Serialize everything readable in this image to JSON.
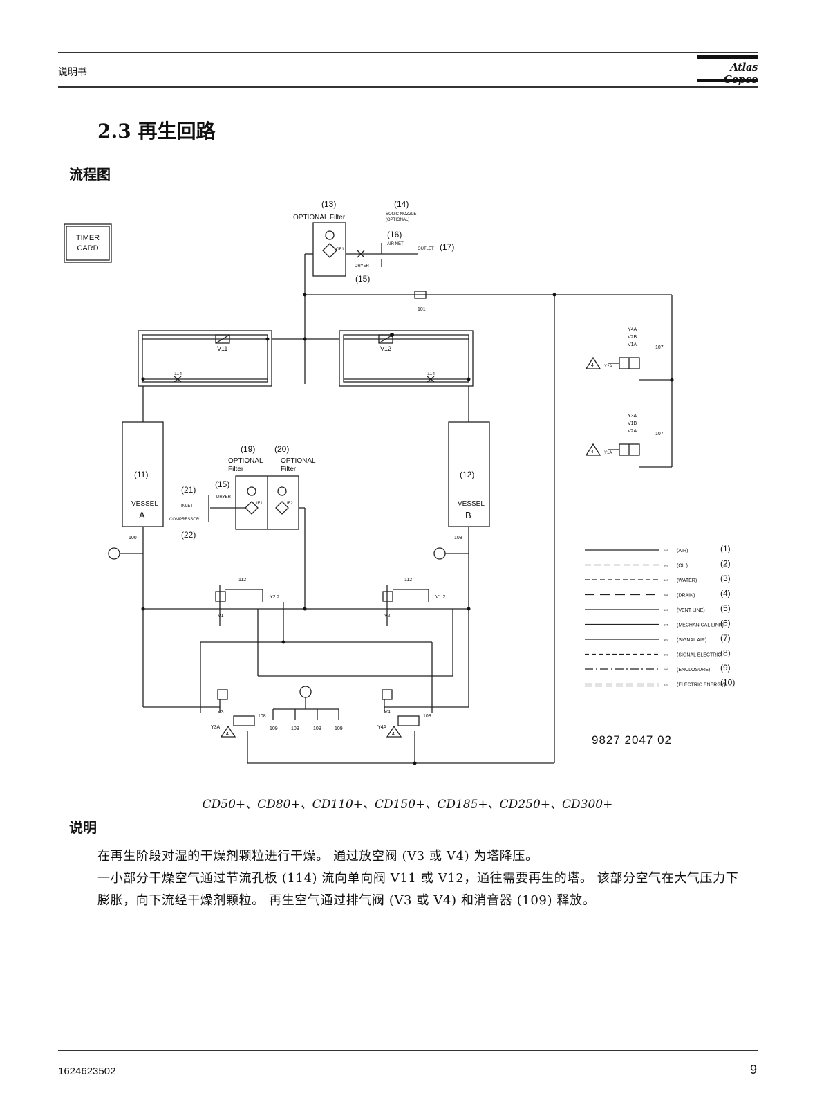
{
  "header": {
    "label": "说明书",
    "logo_text": "Atlas Copco"
  },
  "section_title": "2.3 再生回路",
  "flow_heading": "流程图",
  "diagram": {
    "timer_card": [
      "TIMER",
      "CARD"
    ],
    "callouts": {
      "c13": "(13)",
      "c14": "(14)",
      "c15a": "(15)",
      "c16": "(16)",
      "c17": "(17)",
      "c11": "(11)",
      "c12": "(12)",
      "c19": "(19)",
      "c20": "(20)",
      "c21": "(21)",
      "c15b": "(15)",
      "c22": "(22)"
    },
    "labels": {
      "optional_filter_13": "OPTIONAL Filter",
      "sonic_nozzle": "SONIC NOZZLE",
      "sonic_optional": "(OPTIONAL)",
      "air_net": "AIR NET",
      "outlet": "OUTLET",
      "dryer": "DRYER",
      "of1": "OF1",
      "v11": "V11",
      "v12": "V12",
      "vessel": "VESSEL",
      "vessel_a": "A",
      "vessel_b": "B",
      "optional": "OPTIONAL",
      "filter": "Filter",
      "inlet": "INLET",
      "compressor": "COMPRESSOR",
      "if1": "IF1",
      "if2": "IF2",
      "v1": "V1",
      "v2": "V2",
      "v3": "V3",
      "v4": "V4",
      "y22": "Y2:2",
      "y12": "V1:2",
      "y3a": "Y3A",
      "y4a": "Y4A",
      "y1a": "Y1A",
      "y2a": "Y2A",
      "valve_group_top": [
        "Y4A",
        "V2B",
        "V1A"
      ],
      "valve_group_bottom": [
        "Y3A",
        "V1B",
        "V2A"
      ],
      "drawing_number": "9827 2047 02"
    },
    "tags": {
      "t101": "101",
      "t114": "114",
      "t100": "100",
      "t112": "112",
      "t108": "108",
      "t107": "107",
      "t109": "109",
      "warn": "4"
    },
    "legend": [
      {
        "code": "101",
        "label": "(AIR)",
        "num": "(1)"
      },
      {
        "code": "102",
        "label": "(OIL)",
        "num": "(2)"
      },
      {
        "code": "103",
        "label": "(WATER)",
        "num": "(3)"
      },
      {
        "code": "104",
        "label": "(DRAIN)",
        "num": "(4)"
      },
      {
        "code": "105",
        "label": "(VENT LINE)",
        "num": "(5)"
      },
      {
        "code": "106",
        "label": "(MECHANICAL LINK)",
        "num": "(6)"
      },
      {
        "code": "107",
        "label": "(SIGNAL AIR)",
        "num": "(7)"
      },
      {
        "code": "108",
        "label": "(SIGNAL ELECTRIC)",
        "num": "(8)"
      },
      {
        "code": "109",
        "label": "(ENCLOSURE)",
        "num": "(9)"
      },
      {
        "code": "110",
        "label": "(ELECTRIC ENERGY)",
        "num": "(10)"
      }
    ]
  },
  "caption": "CD50+、CD80+、CD110+、CD150+、CD185+、CD250+、CD300+",
  "desc_heading": "说明",
  "paragraphs": [
    "在再生阶段对湿的干燥剂颗粒进行干燥。 通过放空阀 (V3 或 V4) 为塔降压。",
    "一小部分干燥空气通过节流孔板 (114) 流向单向阀 V11 或 V12，通往需要再生的塔。 该部分空气在大气压力下膨胀，向下流经干燥剂颗粒。 再生空气通过排气阀 (V3 或 V4) 和消音器 (109) 释放。"
  ],
  "footer": {
    "doc_number": "1624623502",
    "page_number": "9"
  }
}
